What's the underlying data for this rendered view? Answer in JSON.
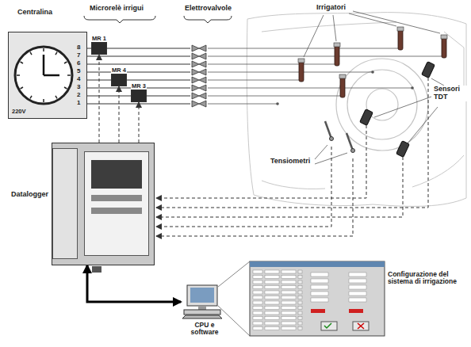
{
  "diagram": {
    "nodes": [
      {
        "text": [
          "Centralina"
        ]
      },
      {
        "text": [
          "MR 1"
        ]
      },
      {
        "text": [
          "MR 4"
        ]
      },
      {
        "text": [
          "MR 3"
        ]
      },
      {
        "text": [
          "Datalogger"
        ]
      },
      {
        "text": [
          "CPU e software"
        ]
      }
    ],
    "edges": [
      {
        "from": 0,
        "to": 1,
        "arrow": "none"
      },
      {
        "from": 0,
        "to": 2,
        "arrow": "none"
      },
      {
        "from": 0,
        "to": 3,
        "arrow": "none"
      },
      {
        "from": 4,
        "to": 1,
        "arrow": "to"
      },
      {
        "from": 4,
        "to": 2,
        "arrow": "to"
      },
      {
        "from": 4,
        "to": 3,
        "arrow": "to"
      },
      {
        "from": 4,
        "to": 5,
        "arrow": "both"
      }
    ],
    "labels": [
      "Microrelè irrigui",
      "Elettrovalvole",
      "Irrigatori",
      "Sensori TDT",
      "Tensiometri",
      "8",
      "7",
      "6",
      "5",
      "4",
      "3",
      "2",
      "1",
      "220V",
      "Configurazione del sistema di irrigazione"
    ]
  }
}
